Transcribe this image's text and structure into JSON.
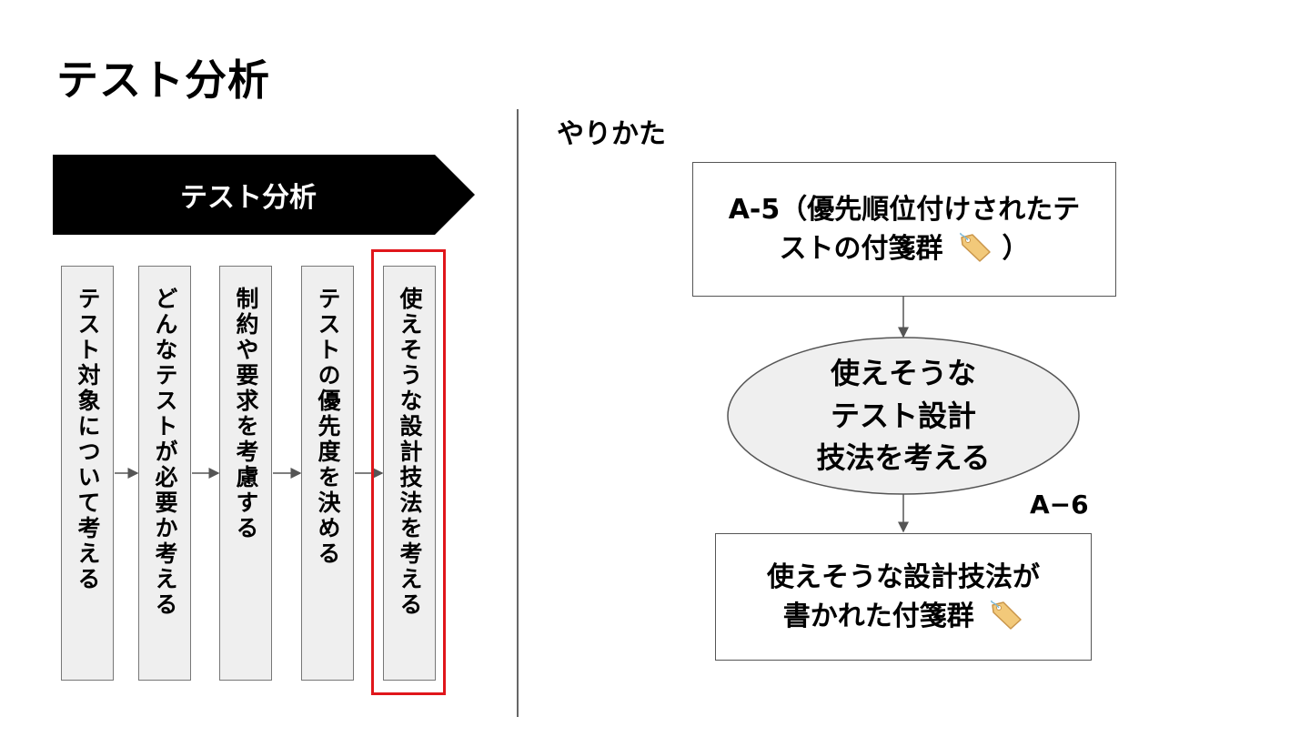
{
  "title": "テスト分析",
  "banner": {
    "label": "テスト分析"
  },
  "steps": [
    {
      "label": "テスト対象について考える"
    },
    {
      "label": "どんなテストが必要か考える"
    },
    {
      "label": "制約や要求を考慮する"
    },
    {
      "label": "テストの優先度を決める"
    },
    {
      "label": "使えそうな設計技法を考える",
      "highlighted": true
    }
  ],
  "right": {
    "heading": "やりかた",
    "input_box": {
      "line1": "A-5（優先順位付けされたテ",
      "line2": "ストの付箋群",
      "line2_end": "）",
      "icon": "label-tag-icon"
    },
    "process": {
      "line1": "使えそうな",
      "line2": "テスト設計",
      "line3": "技法を考える"
    },
    "output_id": "A−6",
    "output_box": {
      "line1": "使えそうな設計技法が",
      "line2": "書かれた付箋群",
      "icon": "label-tag-icon"
    }
  },
  "colors": {
    "banner": "#000000",
    "step_fill": "#efefef",
    "highlight": "#e0161b",
    "ellipse_fill": "#efefef",
    "tag": "#f2c97a"
  }
}
